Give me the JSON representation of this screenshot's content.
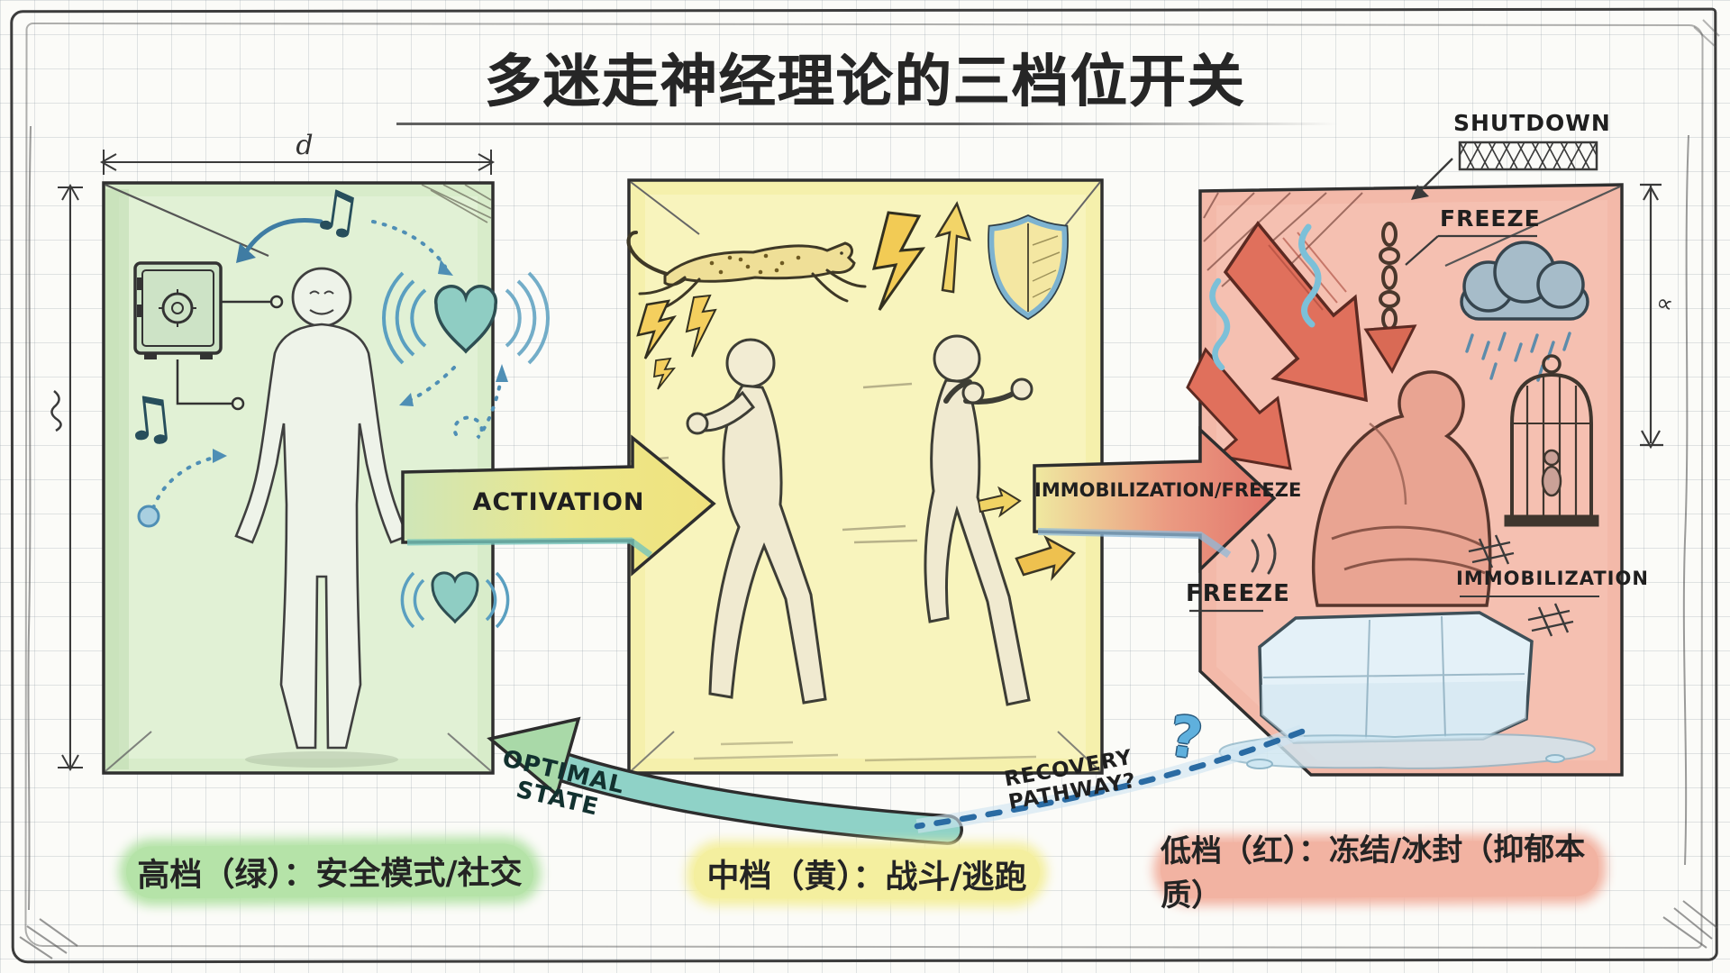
{
  "title": {
    "text": "多迷走神经理论的三档位开关"
  },
  "dims": {
    "d_label": "d",
    "alpha_label": "∝"
  },
  "labels": {
    "shutdown": "SHUTDOWN",
    "freeze_top": "FREEZE",
    "freeze_bottom": "FREEZE",
    "immobilization": "IMMOBILIZATION",
    "question_mark": "?"
  },
  "arrows": {
    "activation": {
      "label": "ACTIVATION",
      "from": "green",
      "to": "yellow"
    },
    "immobilization_freeze": {
      "label": "IMMOBILIZATION/FREEZE",
      "from": "yellow",
      "to": "red"
    },
    "optimal_state": {
      "label": "OPTIMAL STATE",
      "to": "green"
    },
    "recovery_pathway": {
      "label": "RECOVERY PATHWAY?",
      "style": "dashed-question"
    }
  },
  "captions": {
    "green": "高档（绿）：安全模式/社交",
    "yellow": "中档（黄）：战斗/逃跑",
    "red": "低档（红）：冻结/冰封（抑郁本质）"
  },
  "glyphs": {
    "music_note": "♫"
  },
  "colors": {
    "green_panel": "#d8ecca",
    "yellow_panel": "#f5f0ac",
    "red_panel": "#f3b9a9",
    "green_highlight": "#b5e3a8",
    "yellow_highlight": "#f4ef9f",
    "red_highlight": "#f2b3a2",
    "accent_blue": "#4f8fb5",
    "teal_arrow": "#8fd2c7",
    "red_arrow": "#e0705c",
    "ink": "#2f2f2f"
  },
  "icons": {
    "green": [
      "safe-icon",
      "standing-person",
      "music-note-icon",
      "heart-sound-waves-icon",
      "dashed-flow-arrow-icon"
    ],
    "yellow": [
      "cheetah-icon",
      "lightning-bolt-icon",
      "shield-icon",
      "up-arrow-icon",
      "fight-figure",
      "flight-figure"
    ],
    "red": [
      "down-arrow-icon",
      "chain-icon",
      "rain-cloud-icon",
      "birdcage-icon",
      "curled-person",
      "ice-block-icon",
      "cold-squiggle-icon"
    ]
  }
}
